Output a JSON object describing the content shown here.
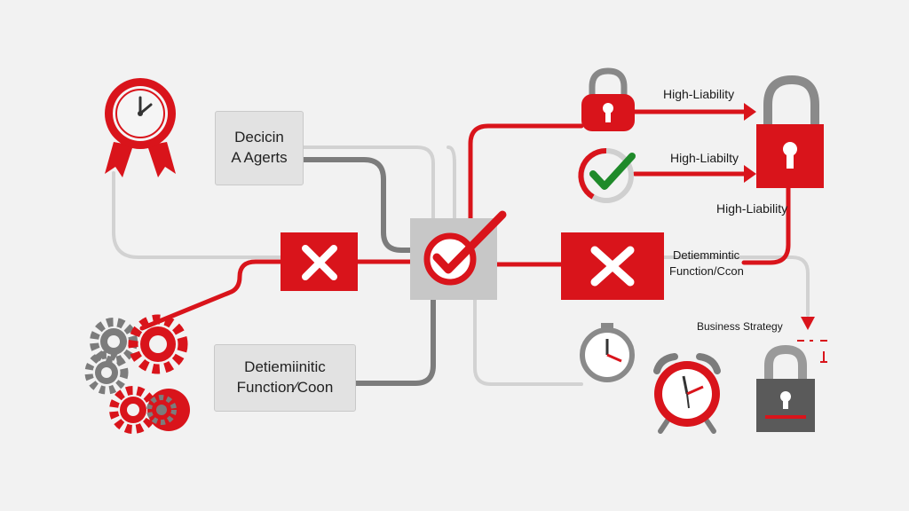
{
  "boxes": {
    "decision_agents": {
      "line1": "Decicin",
      "line2": "A Agerts"
    },
    "deterministic_left": {
      "line1": "Detiemiinitic",
      "line2": "Function⁄Coon"
    }
  },
  "labels": {
    "high_liability_1": "High-Liability",
    "high_liability_2": "High-Liabilty",
    "high_liability_3": "High-Liability",
    "deterministic_right_1": "Detiemmintic",
    "deterministic_right_2": "Function/Ccon",
    "business_strategy": "Business Strategy"
  },
  "colors": {
    "accent_red": "#d9141b",
    "gray": "#888888",
    "light_gray": "#d2d2d2",
    "check_green": "#1f8a2a",
    "background": "#f2f2f2"
  },
  "icons": [
    "award-clock-icon",
    "gears-icon",
    "reject-x-icon",
    "approve-check-icon",
    "reject-x-icon",
    "padlock-icon",
    "green-check-icon",
    "stopwatch-icon",
    "alarm-clock-icon",
    "large-padlock-icon",
    "locked-padlock-icon"
  ]
}
